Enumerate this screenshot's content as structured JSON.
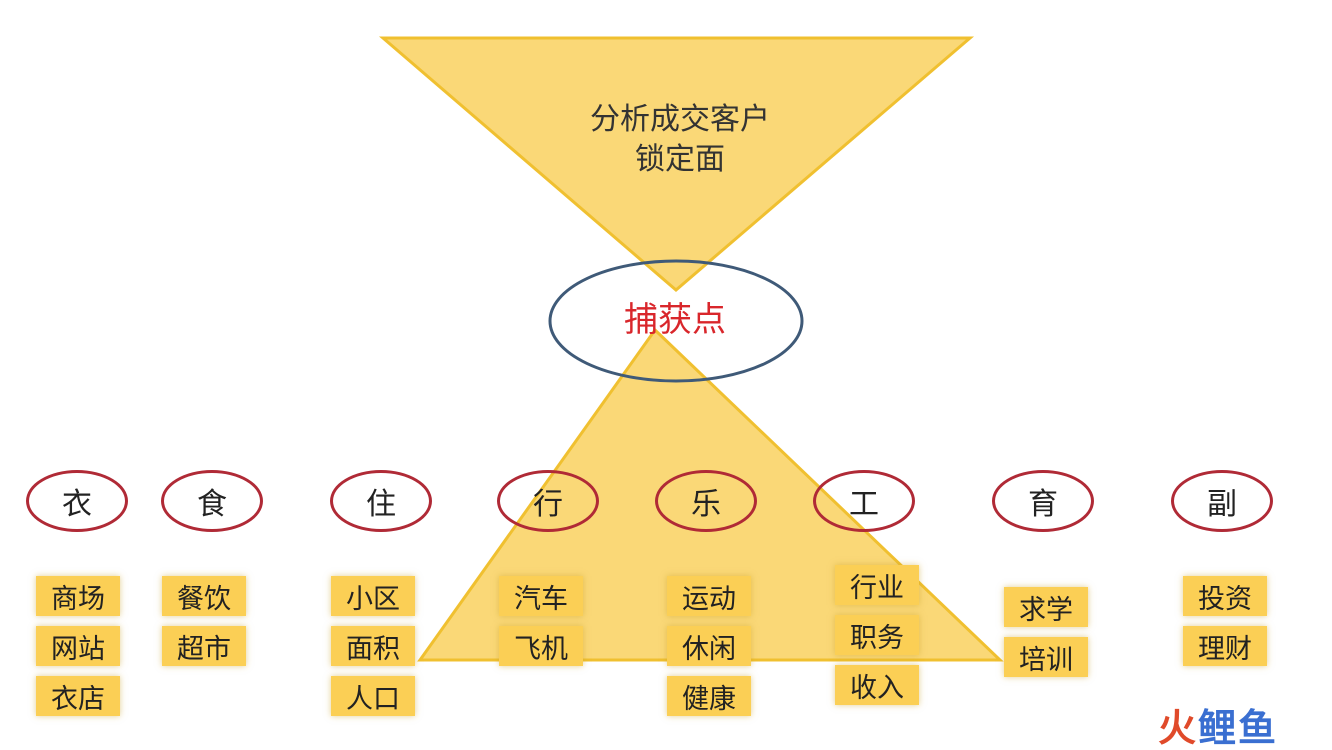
{
  "funnel": {
    "line1": "分析成交客户",
    "line2": "锁定面"
  },
  "capture_point": {
    "label": "捕获点"
  },
  "categories": [
    {
      "label": "衣",
      "tags": [
        "商场",
        "网站",
        "衣店"
      ]
    },
    {
      "label": "食",
      "tags": [
        "餐饮",
        "超市"
      ]
    },
    {
      "label": "住",
      "tags": [
        "小区",
        "面积",
        "人口"
      ]
    },
    {
      "label": "行",
      "tags": [
        "汽车",
        "飞机"
      ]
    },
    {
      "label": "乐",
      "tags": [
        "运动",
        "休闲",
        "健康"
      ]
    },
    {
      "label": "工",
      "tags": [
        "行业",
        "职务",
        "收入"
      ]
    },
    {
      "label": "育",
      "tags": [
        "求学",
        "培训"
      ]
    },
    {
      "label": "副",
      "tags": [
        "投资",
        "理财"
      ]
    }
  ],
  "watermark": {
    "part1": "火",
    "part2": "鲤鱼"
  },
  "colors": {
    "triangle_fill": "#fad877",
    "triangle_stroke": "#f0c030",
    "tag_fill": "#fbcf55",
    "circle_stroke": "#b02a36",
    "ellipse_stroke": "#3f5a78",
    "capture_text": "#d9262b"
  }
}
